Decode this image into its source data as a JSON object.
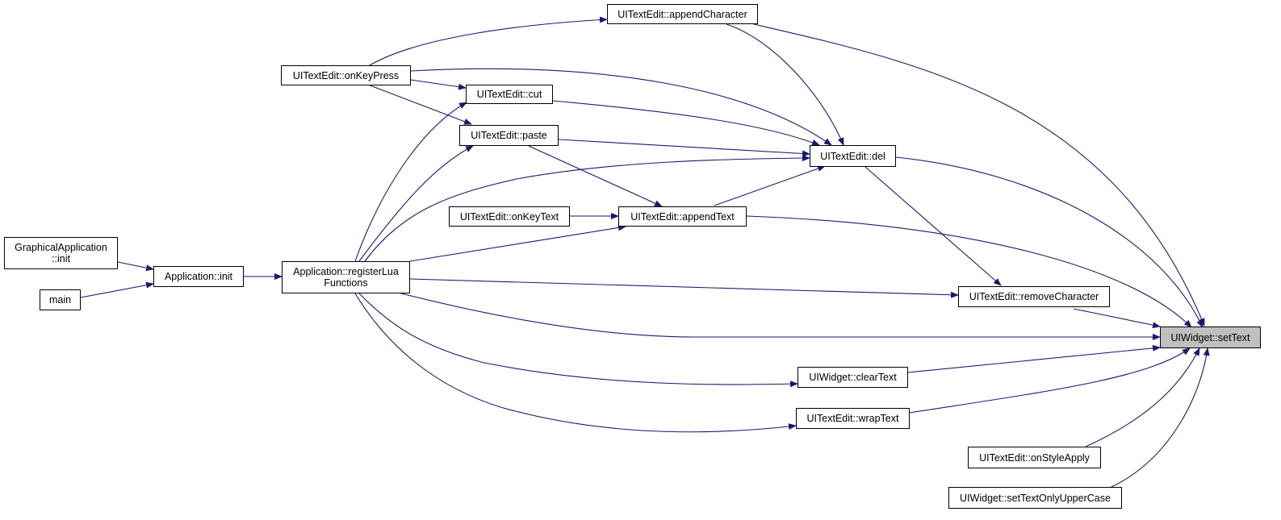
{
  "graph": {
    "edge_color": "#191970",
    "root_fill": "#bfbfbf",
    "nodes": {
      "setText": "UIWidget::setText",
      "appendCharacter": "UITextEdit::appendCharacter",
      "onKeyPress": "UITextEdit::onKeyPress",
      "cut": "UITextEdit::cut",
      "paste": "UITextEdit::paste",
      "del": "UITextEdit::del",
      "onKeyText": "UITextEdit::onKeyText",
      "appendText": "UITextEdit::appendText",
      "graphicalInit_line1": "GraphicalApplication",
      "graphicalInit_line2": "::init",
      "appInit": "Application::init",
      "main": "main",
      "registerLua_line1": "Application::registerLua",
      "registerLua_line2": "Functions",
      "removeCharacter": "UITextEdit::removeCharacter",
      "clearText": "UIWidget::clearText",
      "wrapText": "UITextEdit::wrapText",
      "onStyleApply": "UITextEdit::onStyleApply",
      "setTextOnlyUpperCase": "UIWidget::setTextOnlyUpperCase"
    }
  }
}
